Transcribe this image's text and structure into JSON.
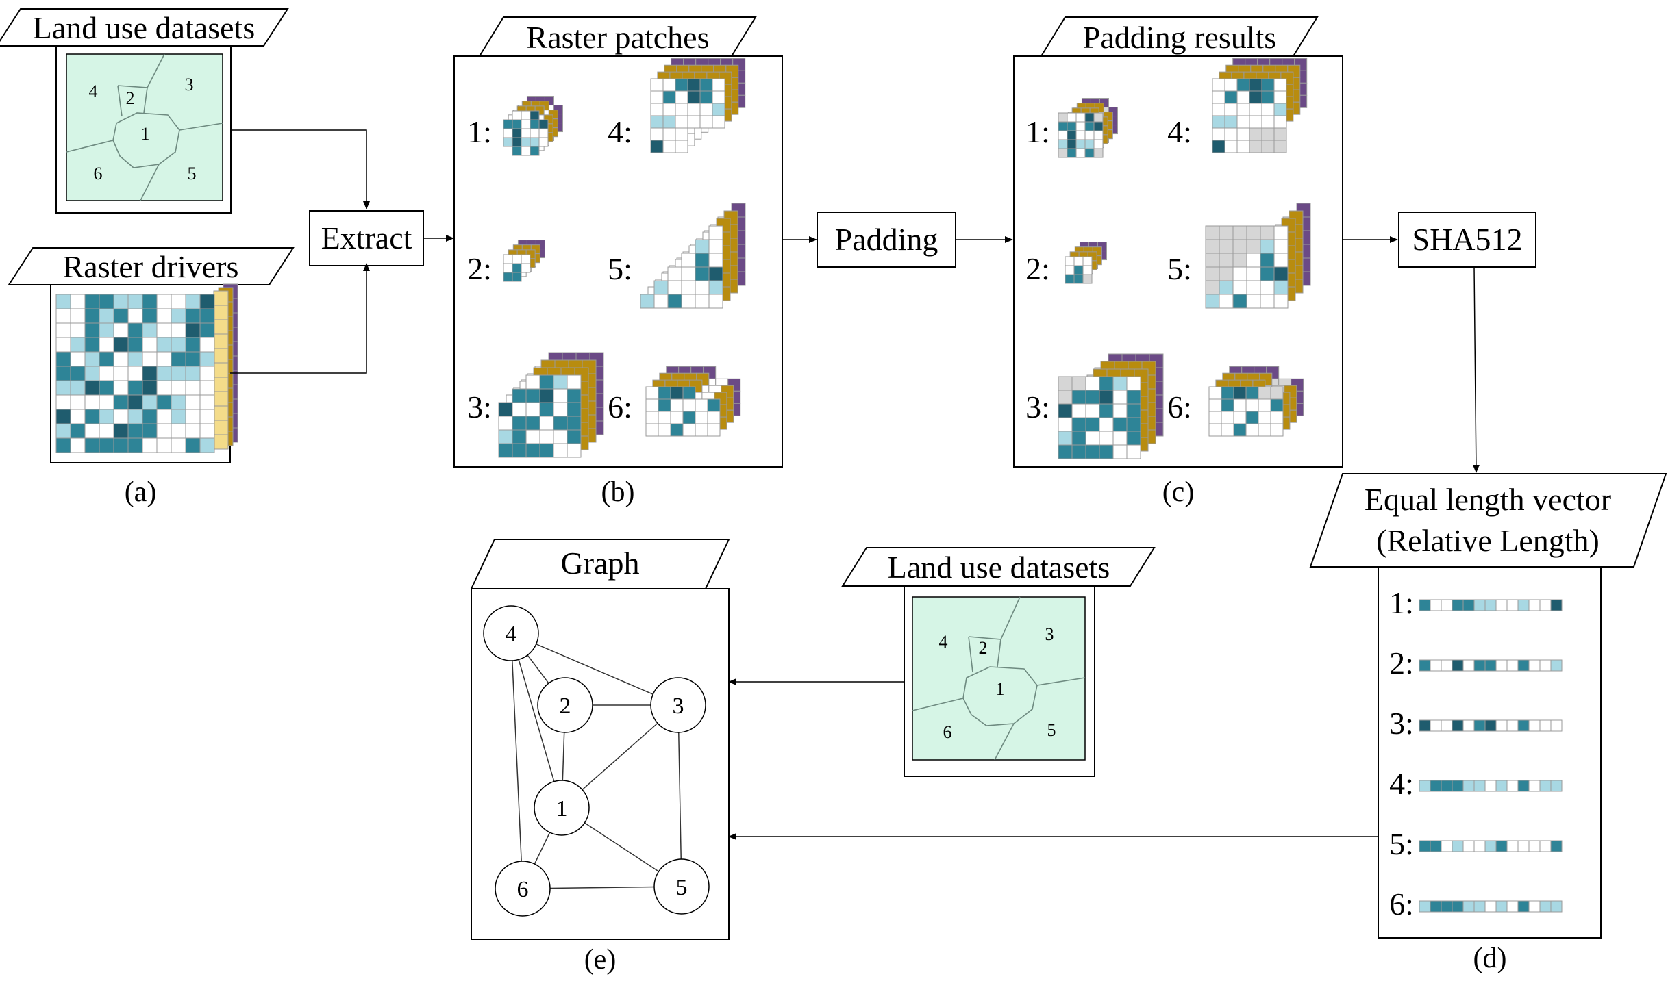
{
  "colors": {
    "landuse_fill": "#d6f5e6",
    "teal": "#2e8497",
    "dark_teal": "#1f5c6e",
    "light_blue": "#a8d8e3",
    "gold": "#b88c0f",
    "purple": "#6b4a86",
    "light_purple": "#c7b8d8",
    "pale_yellow": "#f4dc8a",
    "padding_gray": "#d6d6d6"
  },
  "panel_a": {
    "landuse_title": "Land use datasets",
    "drivers_title": "Raster drivers",
    "caption": "(a)",
    "region_labels": [
      "1",
      "2",
      "3",
      "4",
      "5",
      "6"
    ]
  },
  "extract": {
    "label": "Extract"
  },
  "panel_b": {
    "title": "Raster patches",
    "caption": "(b)",
    "patch_labels": [
      "1:",
      "2:",
      "3:",
      "4:",
      "5:",
      "6:"
    ]
  },
  "padding": {
    "label": "Padding"
  },
  "panel_c": {
    "title": "Padding results",
    "caption": "(c)",
    "patch_labels": [
      "1:",
      "2:",
      "3:",
      "4:",
      "5:",
      "6:"
    ]
  },
  "sha": {
    "label": "SHA512"
  },
  "panel_d": {
    "title_line1": "Equal length vector",
    "title_line2": "(Relative Length)",
    "caption": "(d)",
    "vector_labels": [
      "1:",
      "2:",
      "3:",
      "4:",
      "5:",
      "6:"
    ],
    "vectors": [
      [
        "t",
        "w",
        "w",
        "t",
        "t",
        "l",
        "l",
        "w",
        "w",
        "l",
        "w",
        "w",
        "d"
      ],
      [
        "t",
        "w",
        "w",
        "d",
        "w",
        "t",
        "t",
        "w",
        "w",
        "t",
        "w",
        "w",
        "l"
      ],
      [
        "d",
        "w",
        "w",
        "d",
        "w",
        "t",
        "d",
        "w",
        "w",
        "t",
        "w",
        "w",
        "w"
      ],
      [
        "l",
        "t",
        "t",
        "t",
        "l",
        "l",
        "w",
        "l",
        "w",
        "t",
        "w",
        "l",
        "l"
      ],
      [
        "t",
        "t",
        "w",
        "l",
        "w",
        "w",
        "l",
        "t",
        "w",
        "w",
        "w",
        "w",
        "t"
      ],
      [
        "l",
        "t",
        "t",
        "t",
        "l",
        "l",
        "w",
        "l",
        "w",
        "t",
        "w",
        "l",
        "l"
      ]
    ]
  },
  "panel_e": {
    "title": "Graph",
    "caption": "(e)",
    "nodes": [
      "1",
      "2",
      "3",
      "4",
      "5",
      "6"
    ],
    "edges": [
      [
        "4",
        "2"
      ],
      [
        "4",
        "3"
      ],
      [
        "4",
        "1"
      ],
      [
        "4",
        "6"
      ],
      [
        "2",
        "3"
      ],
      [
        "2",
        "1"
      ],
      [
        "3",
        "1"
      ],
      [
        "3",
        "5"
      ],
      [
        "1",
        "6"
      ],
      [
        "1",
        "5"
      ],
      [
        "6",
        "5"
      ]
    ]
  },
  "landuse_second": {
    "title": "Land use datasets"
  }
}
